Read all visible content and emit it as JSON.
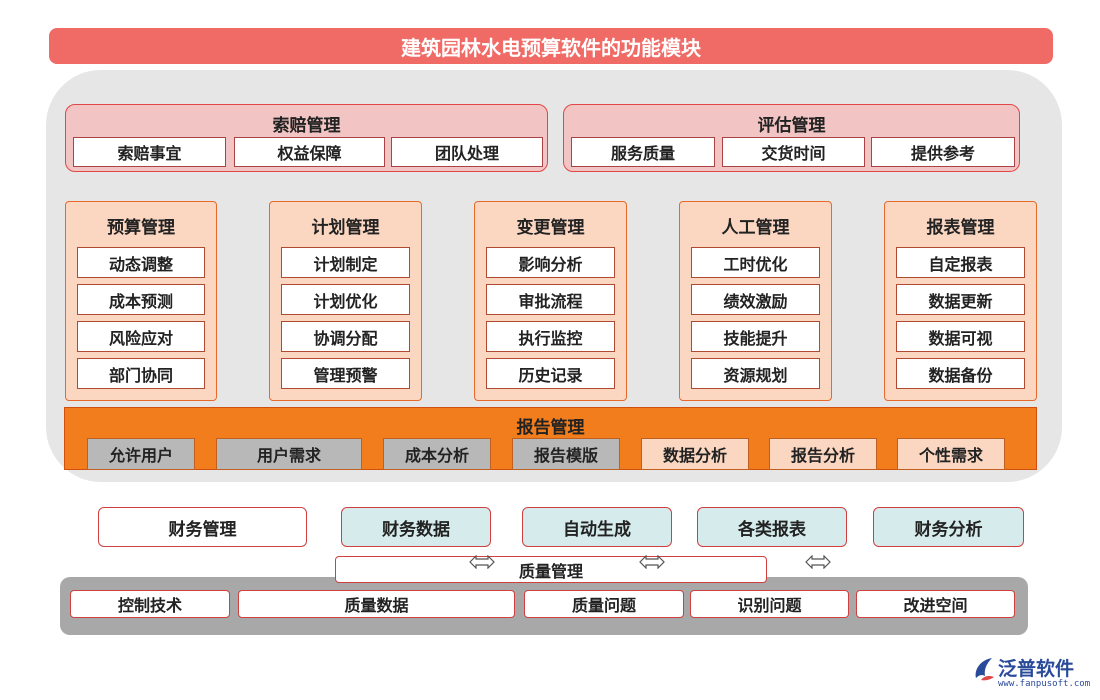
{
  "title": "建筑园林水电预算软件的功能模块",
  "claims": {
    "title": "索赔管理",
    "items": [
      "索赔事宜",
      "权益保障",
      "团队处理"
    ]
  },
  "evaluation": {
    "title": "评估管理",
    "items": [
      "服务质量",
      "交货时间",
      "提供参考"
    ]
  },
  "modules": [
    {
      "title": "预算管理",
      "items": [
        "动态调整",
        "成本预测",
        "风险应对",
        "部门协同"
      ]
    },
    {
      "title": "计划管理",
      "items": [
        "计划制定",
        "计划优化",
        "协调分配",
        "管理预警"
      ]
    },
    {
      "title": "变更管理",
      "items": [
        "影响分析",
        "审批流程",
        "执行监控",
        "历史记录"
      ]
    },
    {
      "title": "人工管理",
      "items": [
        "工时优化",
        "绩效激励",
        "技能提升",
        "资源规划"
      ]
    },
    {
      "title": "报表管理",
      "items": [
        "自定报表",
        "数据更新",
        "数据可视",
        "数据备份"
      ]
    }
  ],
  "report": {
    "title": "报告管理",
    "items": [
      "允许用户",
      "用户需求",
      "成本分析",
      "报告模版",
      "数据分析",
      "报告分析",
      "个性需求"
    ]
  },
  "finance": {
    "title": "财务管理",
    "items": [
      "财务数据",
      "自动生成",
      "各类报表",
      "财务分析"
    ]
  },
  "quality": {
    "title": "质量管理",
    "items": [
      "控制技术",
      "质量数据",
      "质量问题",
      "识别问题",
      "改进空间"
    ]
  },
  "logo": {
    "name": "泛普软件",
    "url": "www.fanpusoft.com",
    "icon": "fanpu-logo-icon"
  },
  "colors": {
    "title_bar": "#f06a66",
    "report_bar": "#f27d1c",
    "accent_red": "#d04040"
  }
}
